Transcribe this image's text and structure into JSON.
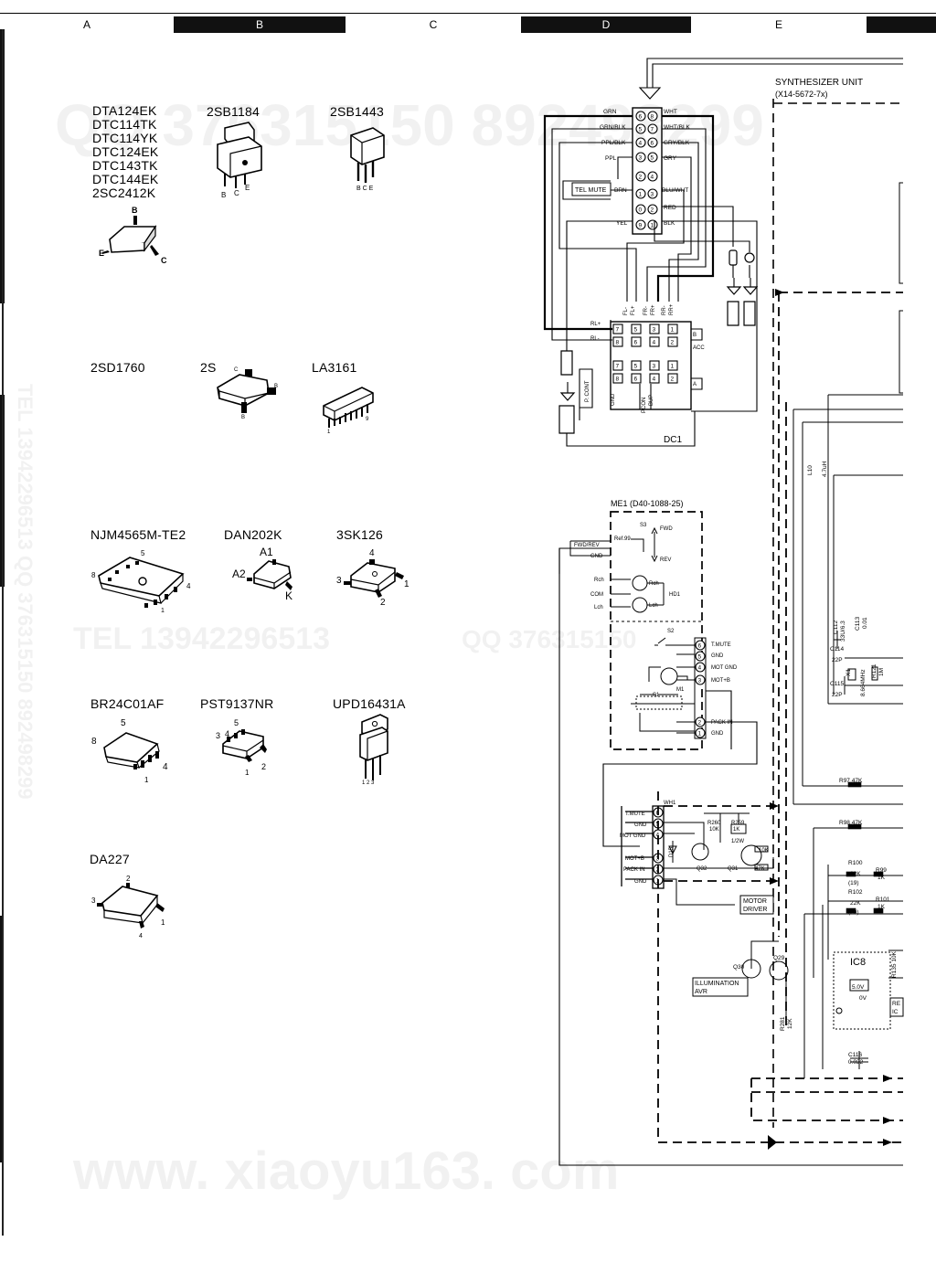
{
  "zones": [
    "A",
    "B",
    "C",
    "D",
    "E"
  ],
  "parts": {
    "group1": [
      "DTA124EK",
      "DTC114TK",
      "DTC114YK",
      "DTC124EK",
      "DTC143TK",
      "DTC144EK",
      "2SC2412K"
    ],
    "p_2sb1184": "2SB1184",
    "p_2sb1443": "2SB1443",
    "p_2sd1760": "2SD1760",
    "p_2s_cut": "2S",
    "p_la3161": "LA3161",
    "p_njm": "NJM4565M-TE2",
    "p_dan": "DAN202K",
    "p_3sk": "3SK126",
    "p_br24": "BR24C01AF",
    "p_pst": "PST9137NR",
    "p_upd": "UPD16431A",
    "p_da227": "DA227"
  },
  "pin_letters": {
    "b": "B",
    "e": "E",
    "c": "C",
    "a1": "A1",
    "a2": "A2",
    "k": "K",
    "n4": "4",
    "n3": "3",
    "n2": "2",
    "n1": "1",
    "n5": "5",
    "n8": "8"
  },
  "schematic": {
    "synth_title": "SYNTHESIZER UNIT",
    "synth_part": "(X14-5672-7x)",
    "connector_left": [
      "GRN",
      "GRN/BLK",
      "PPL/BLK",
      "PPL",
      "",
      "BRN",
      "",
      "YEL"
    ],
    "connector_right": [
      "WHT",
      "WHT/BLK",
      "GRY/BLK",
      "GRY",
      "",
      "BLU/WHT",
      "RED",
      "BLK"
    ],
    "tel_mute": "TEL MUTE",
    "dc1_top_labels": [
      "FL-",
      "FL+",
      "FR-",
      "FR+",
      "RR-",
      "RR+"
    ],
    "rl_plus": "RL+",
    "rl_minus": "RL-",
    "acc": "ACC",
    "b_label": "B",
    "a_label": "A",
    "p_cont": "P. CONT",
    "gnd": "GND",
    "pcon": "PCON",
    "bup": "BUP",
    "dc1": "DC1",
    "me1": "ME1 (D40-1088-25)",
    "s3": "S3",
    "fwd": "FWD",
    "rev": "REV",
    "fwdrev": "FWD/REV",
    "ref99": "Ref.99",
    "rch": "Rch",
    "com": "COM",
    "lch": "Lch",
    "hd1": "HD1",
    "s2": "S2",
    "s1": "S1",
    "m1": "M1",
    "me1_pins": [
      "T.MUTE",
      "GND",
      "MOT GND",
      "MOT+B",
      "PACK IN",
      "GND"
    ],
    "wh1": "WH1",
    "wh1_pins": [
      "T.MUTE",
      "GND",
      "MOT GND",
      "MOT+B",
      "PACK IN",
      "GND"
    ],
    "r260": "R260",
    "r260v": "10K",
    "r259": "R259",
    "r259v": "1K",
    "r259w": "1/2W",
    "d15": "D15",
    "q32": "Q32",
    "q31": "Q31",
    "r10k": "10K",
    "r47k": "47K",
    "motor_driver_1": "MOTOR",
    "motor_driver_2": "DRIVER",
    "q30": "Q30",
    "q29": "Q29",
    "illum_1": "ILLUMINATION",
    "illum_2": "AVR",
    "r281": "R281",
    "r281v": "12K",
    "ic8": "IC8",
    "v50": "5.0V",
    "v0": "0V",
    "r135": "R135 10K",
    "re_ic_1": "RE",
    "re_ic_2": "IC",
    "c116": "C116",
    "c116v": "0.022",
    "r97": "R97 47K",
    "r98": "R98 47K",
    "r100": "R100",
    "r100v": "22K",
    "r100n": "(19)",
    "r99": "R99",
    "r99v": "1K",
    "r102": "R102",
    "r102v": "22K",
    "r102n": "(20)",
    "r101": "R101",
    "r101v": "1K",
    "c114": "C114",
    "c114v": "22P",
    "c115": "C115",
    "c115v": "22P",
    "c112": "C112",
    "c112v": "33U/6.3",
    "c113": "C113",
    "c113v": "0.01",
    "x1": "X1",
    "x1v": "8.664MHz",
    "r121": "R121",
    "r121v": "1M",
    "l10": "L10",
    "l10v": "4.7uH"
  },
  "watermarks": [
    "QQ 376315150  892498299",
    "TEL 13942296513",
    "QQ 376315150",
    "www. xiaoyu163. com",
    "TEL 13942296513  QQ 376315150  892498299"
  ]
}
